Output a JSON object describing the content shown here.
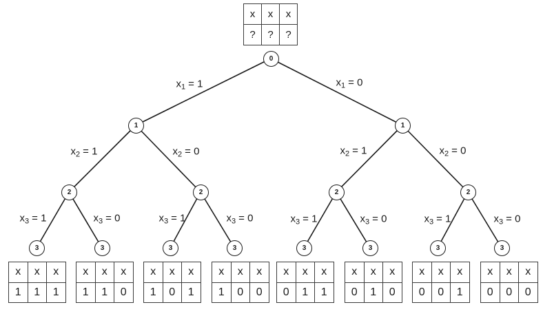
{
  "node_labels": {
    "root": "0",
    "level1": "1",
    "level2": "2",
    "level3": "3"
  },
  "edge_labels": {
    "x1_1": {
      "base": "x",
      "sub": "1",
      "rhs": "= 1"
    },
    "x1_0": {
      "base": "x",
      "sub": "1",
      "rhs": "= 0"
    },
    "x2_1": {
      "base": "x",
      "sub": "2",
      "rhs": "= 1"
    },
    "x2_0": {
      "base": "x",
      "sub": "2",
      "rhs": "= 0"
    },
    "x3_1": {
      "base": "x",
      "sub": "3",
      "rhs": "= 1"
    },
    "x3_0": {
      "base": "x",
      "sub": "3",
      "rhs": "= 0"
    }
  },
  "root_table": {
    "header": [
      "x",
      "x",
      "x"
    ],
    "values": [
      "?",
      "?",
      "?"
    ]
  },
  "leaf_tables": [
    {
      "header": [
        "x",
        "x",
        "x"
      ],
      "values": [
        "1",
        "1",
        "1"
      ]
    },
    {
      "header": [
        "x",
        "x",
        "x"
      ],
      "values": [
        "1",
        "1",
        "0"
      ]
    },
    {
      "header": [
        "x",
        "x",
        "x"
      ],
      "values": [
        "1",
        "0",
        "1"
      ]
    },
    {
      "header": [
        "x",
        "x",
        "x"
      ],
      "values": [
        "1",
        "0",
        "0"
      ]
    },
    {
      "header": [
        "x",
        "x",
        "x"
      ],
      "values": [
        "0",
        "1",
        "1"
      ]
    },
    {
      "header": [
        "x",
        "x",
        "x"
      ],
      "values": [
        "0",
        "1",
        "0"
      ]
    },
    {
      "header": [
        "x",
        "x",
        "x"
      ],
      "values": [
        "0",
        "0",
        "1"
      ]
    },
    {
      "header": [
        "x",
        "x",
        "x"
      ],
      "values": [
        "0",
        "0",
        "0"
      ]
    }
  ],
  "colors": {
    "line": "#1a1a1a",
    "background": "#ffffff",
    "text": "#1a1a1a"
  }
}
